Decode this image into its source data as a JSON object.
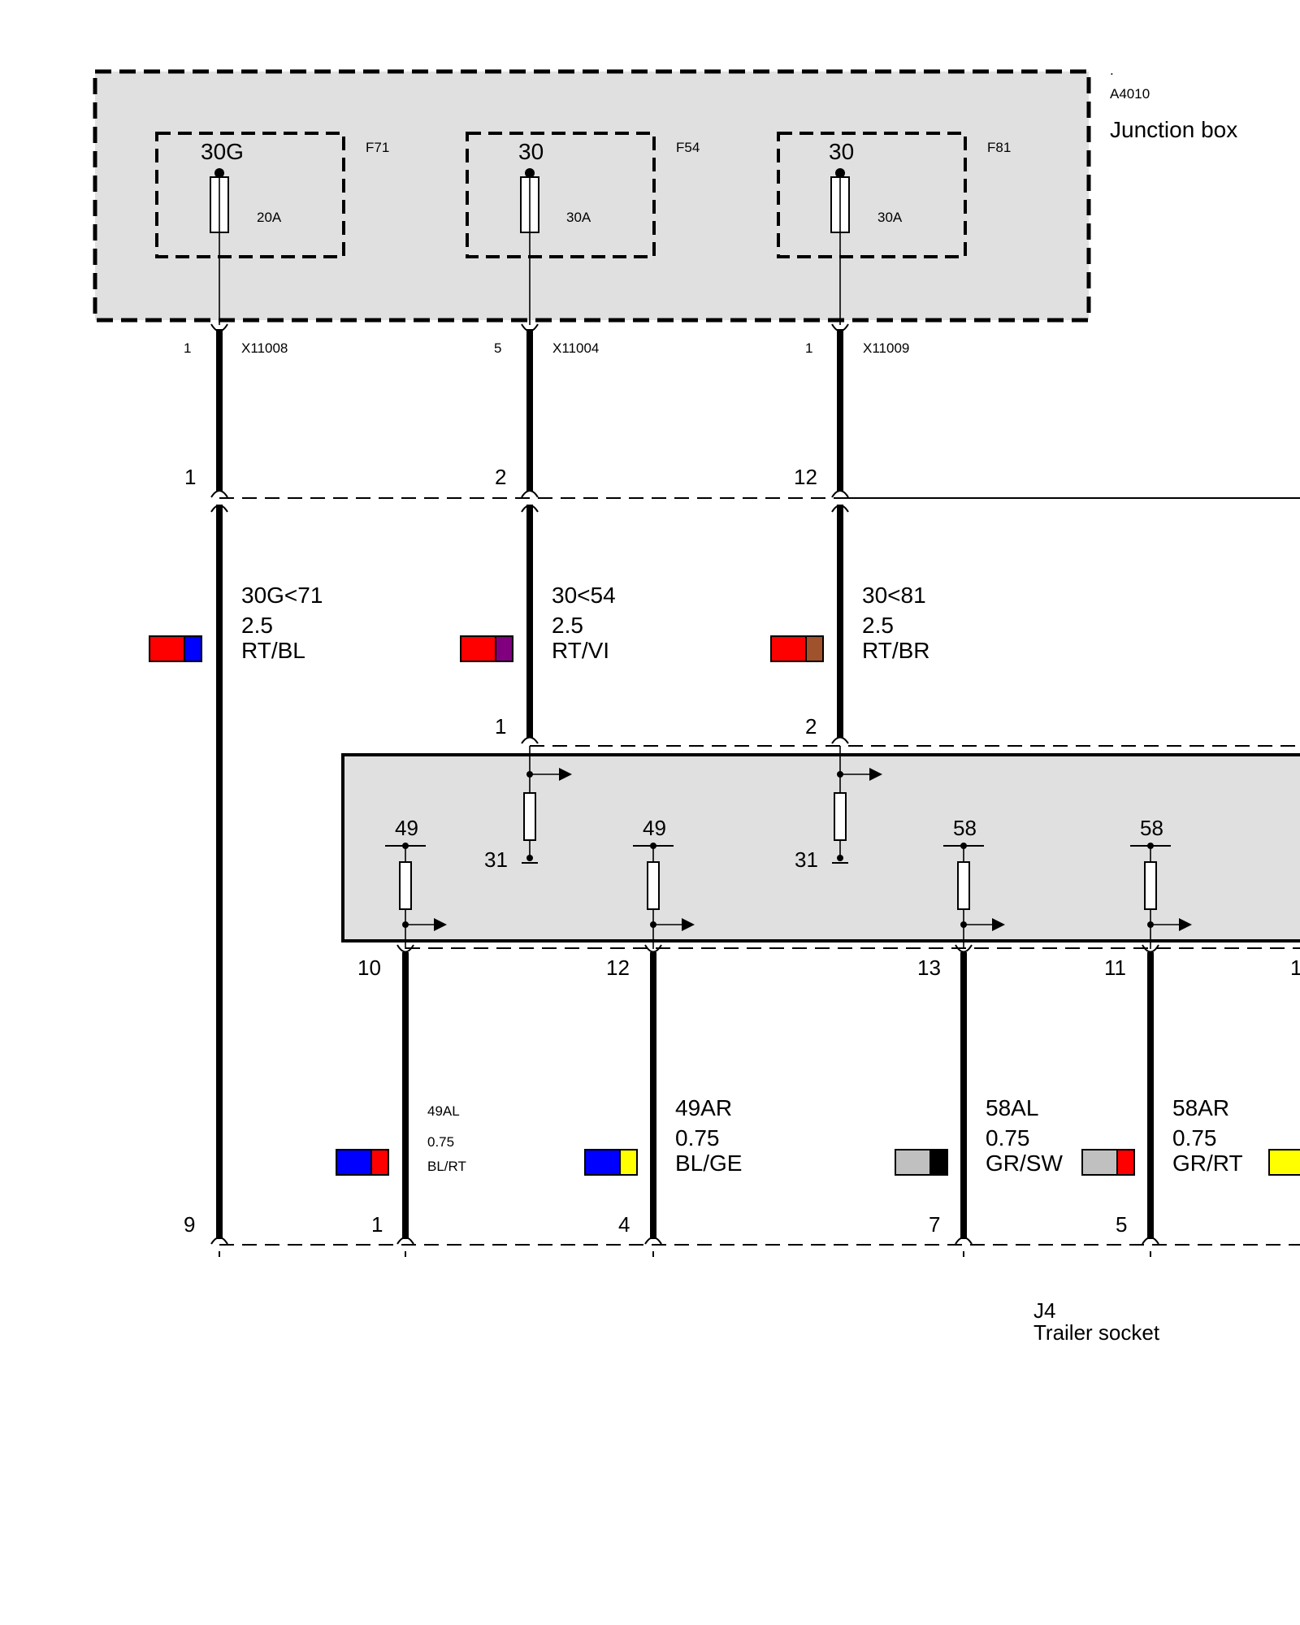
{
  "junction_box": {
    "dot": ".",
    "id": "A4010",
    "name": "Junction box"
  },
  "fuses": [
    {
      "terminal": "30G",
      "fuse_id": "F71",
      "rating": "20A",
      "pin": "1",
      "connector": "X11008"
    },
    {
      "terminal": "30",
      "fuse_id": "F54",
      "rating": "30A",
      "pin": "5",
      "connector": "X11004"
    },
    {
      "terminal": "30",
      "fuse_id": "F81",
      "rating": "30A",
      "pin": "1",
      "connector": "X11009"
    }
  ],
  "mid_connector_pins": [
    "1",
    "2",
    "12"
  ],
  "upper_wires": [
    {
      "signal": "30G<71",
      "size": "2.5",
      "color_code": "RT/BL",
      "colors": [
        "#ff0000",
        "#0000ff"
      ]
    },
    {
      "signal": "30<54",
      "size": "2.5",
      "color_code": "RT/VI",
      "colors": [
        "#ff0000",
        "#800080"
      ]
    },
    {
      "signal": "30<81",
      "size": "2.5",
      "color_code": "RT/BR",
      "colors": [
        "#ff0000",
        "#a0522d"
      ]
    }
  ],
  "module_inputs": {
    "pins": [
      "1",
      "2"
    ],
    "ground_terminal": "31"
  },
  "module_outputs": [
    {
      "terminal": "49",
      "pin": "10"
    },
    {
      "terminal": "49",
      "pin": "12"
    },
    {
      "terminal": "58",
      "pin": "13"
    },
    {
      "terminal": "58",
      "pin": "11"
    },
    {
      "terminal": "",
      "pin": "1"
    }
  ],
  "lower_wires": [
    {
      "signal": "49AL",
      "size": "0.75",
      "color_code": "BL/RT",
      "colors": [
        "#0000ff",
        "#ff0000"
      ]
    },
    {
      "signal": "49AR",
      "size": "0.75",
      "color_code": "BL/GE",
      "colors": [
        "#0000ff",
        "#ffff00"
      ]
    },
    {
      "signal": "58AL",
      "size": "0.75",
      "color_code": "GR/SW",
      "colors": [
        "#c0c0c0",
        "#000000"
      ]
    },
    {
      "signal": "58AR",
      "size": "0.75",
      "color_code": "GR/RT",
      "colors": [
        "#c0c0c0",
        "#ff0000"
      ]
    }
  ],
  "partial_swatch_color": "#ffff00",
  "socket_pins": [
    "9",
    "1",
    "4",
    "7",
    "5"
  ],
  "trailer_socket": {
    "id": "J4",
    "name": "Trailer socket"
  }
}
